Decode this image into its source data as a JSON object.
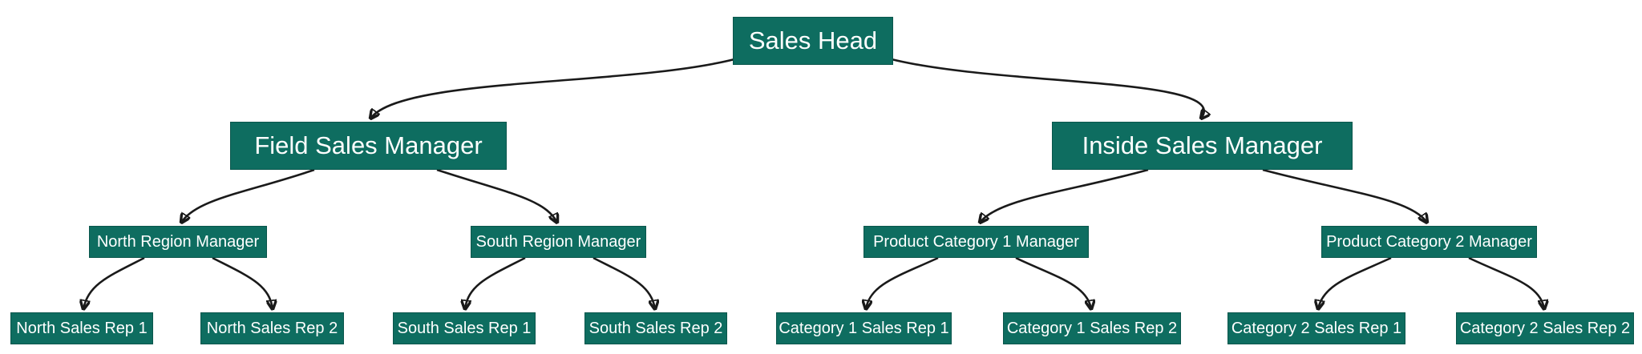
{
  "theme": {
    "node_fill": "#0e6d60",
    "node_stroke": "#0a564c",
    "node_text": "#ffffff",
    "edge_color": "#1a1a1a",
    "canvas_bg": "#ffffff"
  },
  "diagram": {
    "type": "org-chart",
    "nodes": {
      "sales_head": {
        "label": "Sales Head"
      },
      "field_sales_manager": {
        "label": "Field Sales Manager"
      },
      "inside_sales_manager": {
        "label": "Inside Sales Manager"
      },
      "north_region_manager": {
        "label": "North Region Manager"
      },
      "south_region_manager": {
        "label": "South Region Manager"
      },
      "product_category_1_manager": {
        "label": "Product Category 1 Manager"
      },
      "product_category_2_manager": {
        "label": "Product Category 2 Manager"
      },
      "north_sales_rep_1": {
        "label": "North Sales Rep 1"
      },
      "north_sales_rep_2": {
        "label": "North Sales Rep 2"
      },
      "south_sales_rep_1": {
        "label": "South Sales Rep 1"
      },
      "south_sales_rep_2": {
        "label": "South Sales Rep 2"
      },
      "category_1_sales_rep_1": {
        "label": "Category 1 Sales Rep 1"
      },
      "category_1_sales_rep_2": {
        "label": "Category 1 Sales Rep 2"
      },
      "category_2_sales_rep_1": {
        "label": "Category 2 Sales Rep 1"
      },
      "category_2_sales_rep_2": {
        "label": "Category 2 Sales Rep 2"
      }
    },
    "edges": [
      {
        "from": "sales_head",
        "to": "field_sales_manager"
      },
      {
        "from": "sales_head",
        "to": "inside_sales_manager"
      },
      {
        "from": "field_sales_manager",
        "to": "north_region_manager"
      },
      {
        "from": "field_sales_manager",
        "to": "south_region_manager"
      },
      {
        "from": "inside_sales_manager",
        "to": "product_category_1_manager"
      },
      {
        "from": "inside_sales_manager",
        "to": "product_category_2_manager"
      },
      {
        "from": "north_region_manager",
        "to": "north_sales_rep_1"
      },
      {
        "from": "north_region_manager",
        "to": "north_sales_rep_2"
      },
      {
        "from": "south_region_manager",
        "to": "south_sales_rep_1"
      },
      {
        "from": "south_region_manager",
        "to": "south_sales_rep_2"
      },
      {
        "from": "product_category_1_manager",
        "to": "category_1_sales_rep_1"
      },
      {
        "from": "product_category_1_manager",
        "to": "category_1_sales_rep_2"
      },
      {
        "from": "product_category_2_manager",
        "to": "category_2_sales_rep_1"
      },
      {
        "from": "product_category_2_manager",
        "to": "category_2_sales_rep_2"
      }
    ]
  }
}
